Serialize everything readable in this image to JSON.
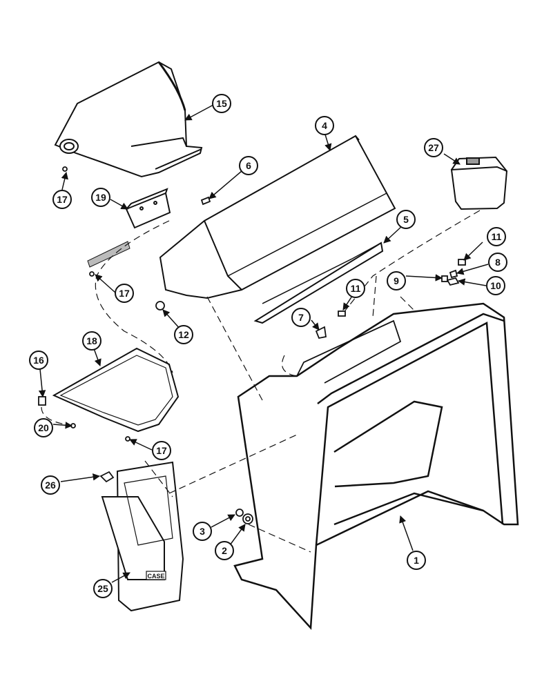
{
  "diagram": {
    "ink_color": "#111111",
    "paper_color": "#ffffff",
    "callouts": [
      {
        "label": "15"
      },
      {
        "label": "17"
      },
      {
        "label": "19"
      },
      {
        "label": "17"
      },
      {
        "label": "4"
      },
      {
        "label": "6"
      },
      {
        "label": "12"
      },
      {
        "label": "5"
      },
      {
        "label": "27"
      },
      {
        "label": "11"
      },
      {
        "label": "8"
      },
      {
        "label": "9"
      },
      {
        "label": "10"
      },
      {
        "label": "11"
      },
      {
        "label": "7"
      },
      {
        "label": "18"
      },
      {
        "label": "16"
      },
      {
        "label": "20"
      },
      {
        "label": "17"
      },
      {
        "label": "26"
      },
      {
        "label": "3"
      },
      {
        "label": "2"
      },
      {
        "label": "1"
      },
      {
        "label": "25"
      }
    ],
    "brand_mark": "CASE"
  }
}
